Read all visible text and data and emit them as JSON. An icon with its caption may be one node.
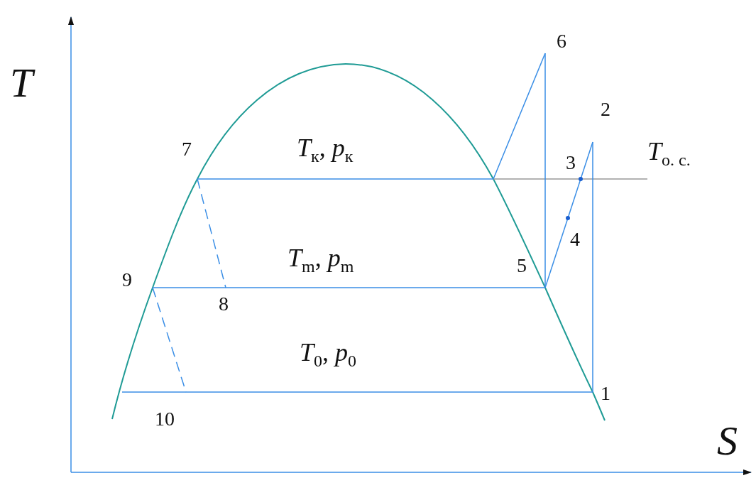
{
  "diagram": {
    "labels": [
      "T",
      "6",
      "2",
      "*T*$_{к}$, *p*$_{к}$",
      "7",
      "3",
      "*T*$_{о. с.}$",
      "4",
      "5",
      "9",
      "*T*$_{m}$, *p*$_{m}$",
      "8",
      "*T*$_{0}$, *p*$_{0}$",
      "1",
      "10",
      "S"
    ]
  }
}
